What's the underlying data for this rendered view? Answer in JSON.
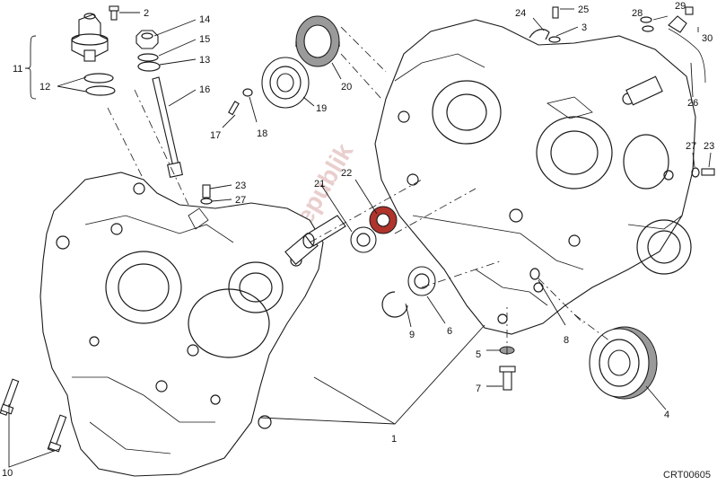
{
  "drawing_code": "CRT00605",
  "watermark": "PartsRepublik",
  "callouts": [
    {
      "id": "c1",
      "label": "1"
    },
    {
      "id": "c2",
      "label": "2"
    },
    {
      "id": "c3",
      "label": "3"
    },
    {
      "id": "c4",
      "label": "4"
    },
    {
      "id": "c5",
      "label": "5"
    },
    {
      "id": "c6",
      "label": "6"
    },
    {
      "id": "c7",
      "label": "7"
    },
    {
      "id": "c8",
      "label": "8"
    },
    {
      "id": "c9",
      "label": "9"
    },
    {
      "id": "c10",
      "label": "10"
    },
    {
      "id": "c11",
      "label": "11"
    },
    {
      "id": "c12",
      "label": "12"
    },
    {
      "id": "c13",
      "label": "13"
    },
    {
      "id": "c14",
      "label": "14"
    },
    {
      "id": "c15",
      "label": "15"
    },
    {
      "id": "c16",
      "label": "16"
    },
    {
      "id": "c17",
      "label": "17"
    },
    {
      "id": "c18",
      "label": "18"
    },
    {
      "id": "c19",
      "label": "19"
    },
    {
      "id": "c20",
      "label": "20"
    },
    {
      "id": "c21",
      "label": "21"
    },
    {
      "id": "c22",
      "label": "22"
    },
    {
      "id": "c23a",
      "label": "23"
    },
    {
      "id": "c23b",
      "label": "23"
    },
    {
      "id": "c24",
      "label": "24"
    },
    {
      "id": "c25",
      "label": "25"
    },
    {
      "id": "c26",
      "label": "26"
    },
    {
      "id": "c27a",
      "label": "27"
    },
    {
      "id": "c27b",
      "label": "27"
    },
    {
      "id": "c28",
      "label": "28"
    },
    {
      "id": "c29",
      "label": "29"
    },
    {
      "id": "c30",
      "label": "30"
    }
  ]
}
